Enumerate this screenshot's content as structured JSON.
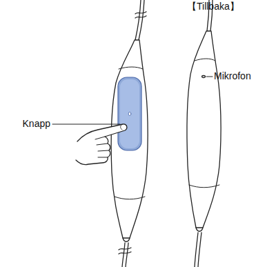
{
  "diagram": {
    "labels": [
      "【Tillbaka】",
      "Knapp",
      "Mikrofon"
    ]
  }
}
